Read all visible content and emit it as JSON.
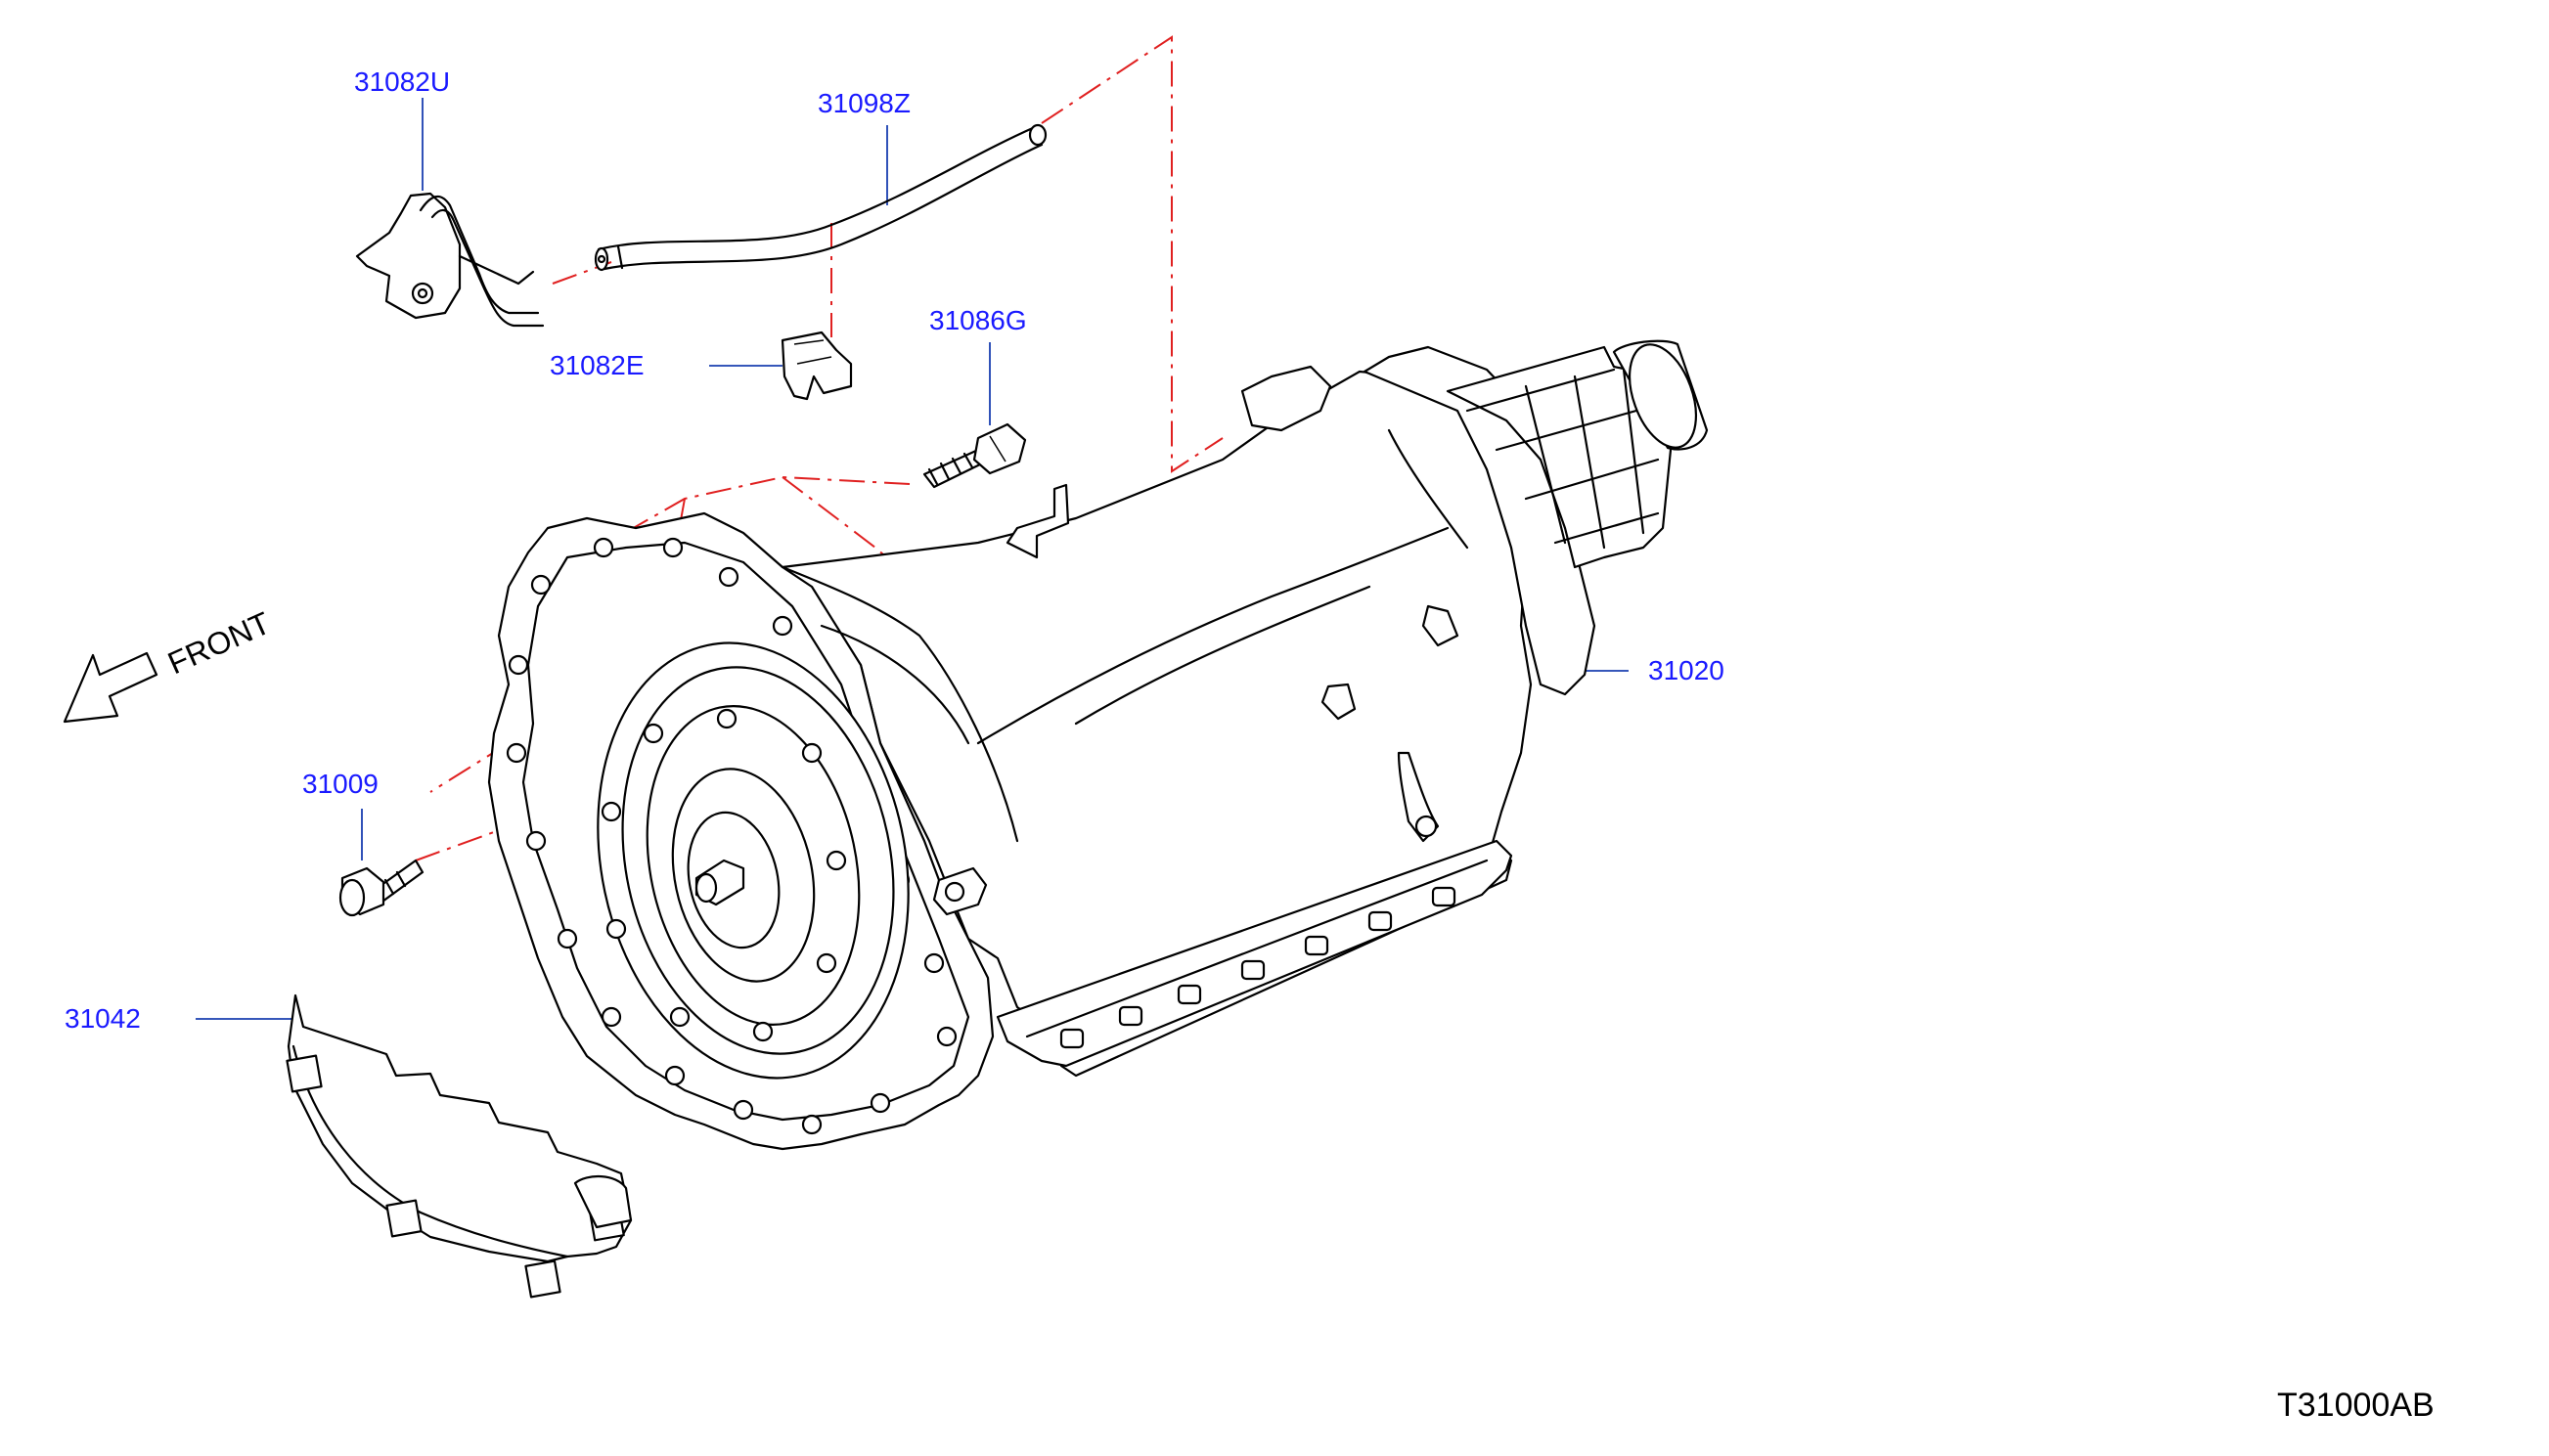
{
  "diagram": {
    "code": "T31000AB",
    "front_label": "FRONT",
    "callouts": [
      {
        "id": "31082U",
        "label": "31082U"
      },
      {
        "id": "31098Z",
        "label": "31098Z"
      },
      {
        "id": "31082E",
        "label": "31082E"
      },
      {
        "id": "31086G",
        "label": "31086G"
      },
      {
        "id": "31020",
        "label": "31020"
      },
      {
        "id": "31009",
        "label": "31009"
      },
      {
        "id": "31042",
        "label": "31042"
      }
    ],
    "colors": {
      "callout_text": "#1a1aff",
      "leader_line": "#1a3fb0",
      "phantom_line": "#e02020",
      "outline": "#000000"
    },
    "icons": [
      "front-arrow-icon"
    ]
  }
}
